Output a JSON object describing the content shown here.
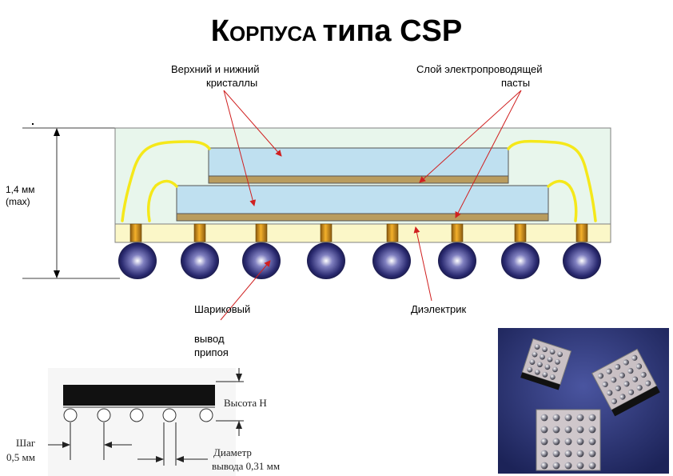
{
  "title": {
    "big_letter": "К",
    "small_rest": "ОРПУСА ",
    "rest": "типа CSP"
  },
  "labels": {
    "chips_line1": "Верхний и нижний",
    "chips_line2": "кристаллы",
    "paste_line1": "Слой электропроводящей",
    "paste_line2": "пасты",
    "height_value": "1,4 мм",
    "height_max": "(max)",
    "ball_line1": "Шариковый",
    "ball_line2": "вывод",
    "ball_line3": "припоя",
    "dielectric": "Диэлектрик"
  },
  "detail": {
    "height": "Высота Н",
    "pitch_line1": "Шаг",
    "pitch_line2": "0,5 мм",
    "diameter_line1": "Диаметр",
    "diameter_line2": "вывода 0,31 мм"
  },
  "colors": {
    "mold": "#e8f6ec",
    "substrate": "#fbf7c8",
    "chip": "#bfe0f0",
    "paste": "#b99c5e",
    "wire": "#f5e81a",
    "arrow": "#d02020",
    "photo_bg": "#2b3575"
  },
  "photo": {
    "icon": "csp-packages-photo"
  }
}
